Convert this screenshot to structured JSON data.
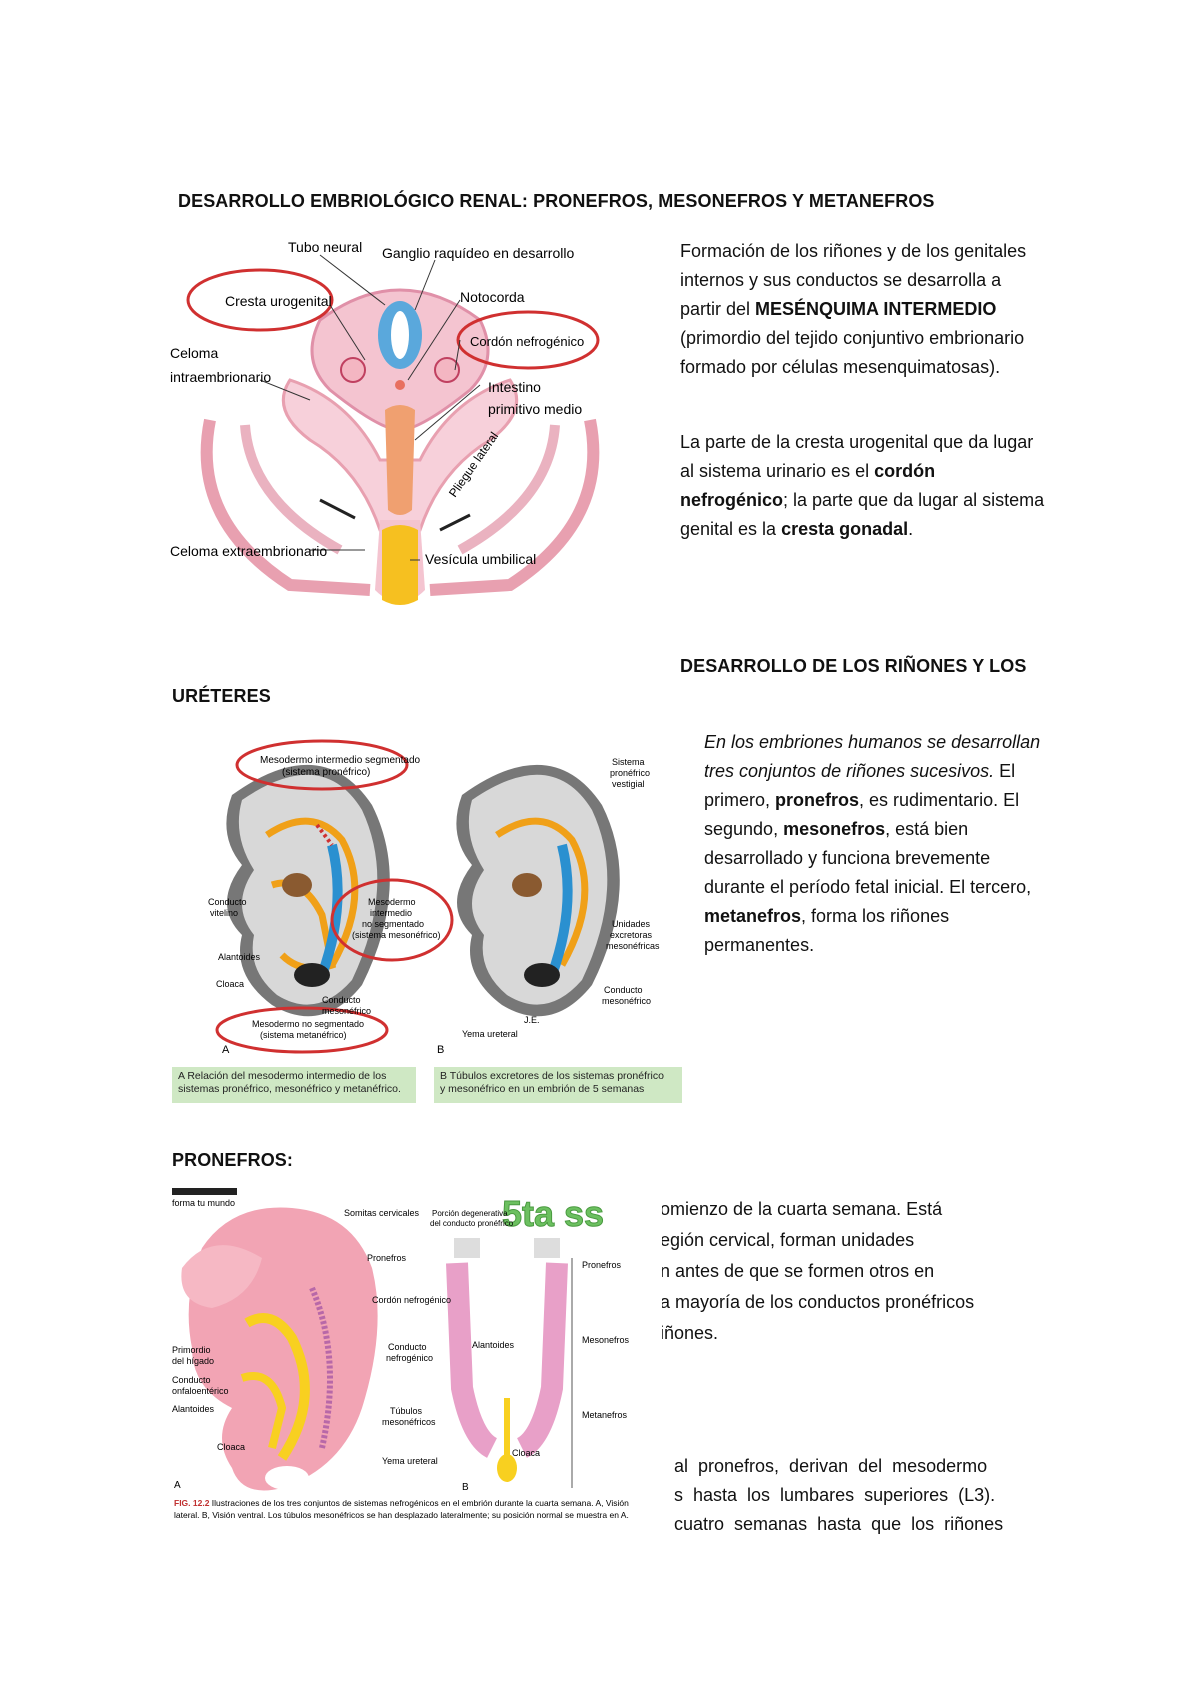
{
  "title": "DESARROLLO EMBRIOLÓGICO RENAL: PRONEFROS, MESONEFROS Y METANEFROS",
  "intro": {
    "p1_a": "Formación de los riñones y de los genitales internos y sus conductos se desarrolla a partir del ",
    "p1_b": "MESÉNQUIMA INTERMEDIO",
    "p1_c": " (primordio del tejido conjuntivo embrionario formado por células mesenquimatosas).",
    "p2_a": "La parte de la cresta urogenital que da lugar al sistema urinario es el ",
    "p2_b": "cordón nefrogénico",
    "p2_c": "; la parte que da lugar al sistema genital es la ",
    "p2_d": "cresta gonadal",
    "p2_e": "."
  },
  "fig1": {
    "labels": {
      "tubo_neural": "Tubo neural",
      "ganglio": "Ganglio raquídeo en desarrollo",
      "cresta": "Cresta urogenital",
      "notocorda": "Notocorda",
      "cordon": "Cordón nefrogénico",
      "celoma_intra_1": "Celoma",
      "celoma_intra_2": "intraembrionario",
      "intestino_1": "Intestino",
      "intestino_2": "primitivo medio",
      "pliegue": "Pliegue lateral",
      "celoma_extra": "Celoma extraembrionario",
      "vesicula": "Vesícula umbilical"
    }
  },
  "section2": {
    "heading_right": "DESARROLLO DE LOS RIÑONES Y LOS",
    "heading_left": "URÉTERES",
    "italic": "En los embriones humanos se desarrollan tres conjuntos de riñones sucesivos.",
    "t1": " El primero, ",
    "b1": "pronefros",
    "t2": ", es rudimentario. El segundo, ",
    "b2": "mesonefros",
    "t3": ", está bien desarrollado y funciona brevemente durante el período fetal inicial. El tercero, ",
    "b3": "metanefros",
    "t4": ", forma los riñones permanentes."
  },
  "fig2": {
    "labels": {
      "meso_seg_1": "Mesodermo intermedio segmentado",
      "meso_seg_2": "(sistema pronéfrico)",
      "sist_pron_1": "Sistema",
      "sist_pron_2": "pronéfrico",
      "sist_pron_3": "vestigial",
      "conducto_vit_1": "Conducto",
      "conducto_vit_2": "vitelino",
      "meso_noseg_1": "Mesodermo",
      "meso_noseg_2": "intermedio",
      "meso_noseg_3": "no segmentado",
      "meso_noseg_4": "(sistema mesonéfrico)",
      "alantoides": "Alantoides",
      "cloaca": "Cloaca",
      "cond_meso_1": "Conducto",
      "cond_meso_2": "mesonéfrico",
      "meso_meta_1": "Mesodermo no segmentado",
      "meso_meta_2": "(sistema metanéfrico)",
      "unidades_1": "Unidades",
      "unidades_2": "excretoras",
      "unidades_3": "mesonéfricas",
      "cond_meso_b_1": "Conducto",
      "cond_meso_b_2": "mesonéfrico",
      "yema": "Yema ureteral",
      "letter_a": "A",
      "letter_b": "B",
      "sig": "J.E."
    },
    "caption_a_1": "A Relación del mesodermo intermedio de los",
    "caption_a_2": "sistemas pronéfrico, mesonéfrico y metanéfrico.",
    "caption_b_1": "B Túbulos excretores de los sistemas pronéfrico",
    "caption_b_2": "y mesonéfrico en un embrión de 5 semanas"
  },
  "section3": {
    "heading": "PRONEFROS:",
    "l1": "omienzo de la cuarta semana. Está",
    "l2": "egión cervical,  forman unidades",
    "l3": "n antes de que se formen otros en",
    "l4": "a mayoría de los conductos pronéfricos",
    "l5": "iñones.",
    "l6": "al  pronefros,  derivan  del  mesodermo",
    "l7": "s  hasta  los  lumbares  superiores  (L3).",
    "l8": "cuatro  semanas  hasta  que  los  riñones"
  },
  "fig3": {
    "top_logo": "forma tu mundo",
    "overlay": "5ta ss",
    "labels": {
      "somitas": "Somitas cervicales",
      "porcion_1": "Porción degenerativa",
      "porcion_2": "del conducto pronéfrico",
      "pronefros": "Pronefros",
      "pronefros_r": "Pronefros",
      "cordon": "Cordón nefrogénico",
      "mesonefros_r": "Mesonefros",
      "conducto_1": "Conducto",
      "conducto_2": "nefrogénico",
      "alantoides_c": "Alantoides",
      "primordio_1": "Primordio",
      "primordio_2": "del hígado",
      "conducto_onf_1": "Conducto",
      "conducto_onf_2": "onfaloentérico",
      "alantoides": "Alantoides",
      "tubulos_1": "Túbulos",
      "tubulos_2": "mesonéfricos",
      "metanefros_r": "Metanefros",
      "cloaca": "Cloaca",
      "cloaca_c": "Cloaca",
      "yema": "Yema ureteral",
      "letter_a": "A",
      "letter_b": "B"
    },
    "caption_1_bold": "FIG. 12.2",
    "caption_1": "  Ilustraciones de los tres conjuntos de sistemas nefrogénicos en el embrión durante la cuarta semana. A, Visión",
    "caption_2": "lateral. B, Visión ventral. Los túbulos mesonéfricos se han desplazado lateralmente; su posición normal se muestra en A."
  }
}
